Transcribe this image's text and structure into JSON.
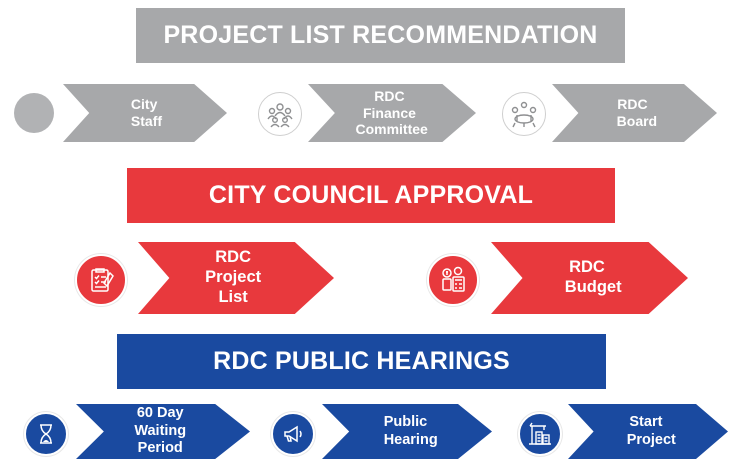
{
  "banners": {
    "recommendation": "PROJECT LIST RECOMMENDATION",
    "approval": "CITY COUNCIL APPROVAL",
    "hearings": "RDC PUBLIC HEARINGS"
  },
  "recommendation_steps": [
    {
      "line1": "City",
      "line2": "Staff",
      "icon": "placeholder-circle-icon"
    },
    {
      "line1": "RDC Finance",
      "line2": "Committee",
      "icon": "people-group-icon"
    },
    {
      "line1": "RDC",
      "line2": "Board",
      "icon": "meeting-table-icon"
    }
  ],
  "approval_steps": [
    {
      "line1": "RDC",
      "line2": "Project List",
      "icon": "checklist-icon"
    },
    {
      "line1": "RDC",
      "line2": "Budget",
      "icon": "calculator-money-icon"
    }
  ],
  "hearing_steps": [
    {
      "line1": "60 Day",
      "line2": "Waiting Period",
      "icon": "hourglass-icon"
    },
    {
      "line1": "Public",
      "line2": "Hearing",
      "icon": "megaphone-icon"
    },
    {
      "line1": "Start",
      "line2": "Project",
      "icon": "buildings-crane-icon"
    }
  ],
  "colors": {
    "gray": "#a7a8aa",
    "red": "#e8393d",
    "blue": "#1a4aa0"
  }
}
